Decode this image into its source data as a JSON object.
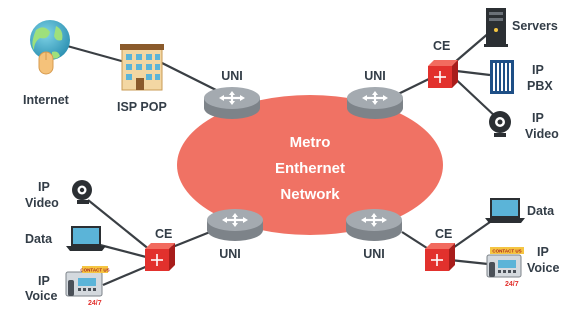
{
  "cloud": {
    "line1": "Metro",
    "line2": "Enthernet",
    "line3": "Network",
    "color": "#f07264"
  },
  "labels": {
    "internet": "Internet",
    "isp_pop": "ISP POP",
    "uni": "UNI",
    "ce": "CE",
    "servers": "Servers",
    "ip_pbx_1": "IP",
    "ip_pbx_2": "PBX",
    "ip_video_1": "IP",
    "ip_video_2": "Video",
    "data": "Data",
    "ip_voice_1": "IP",
    "ip_voice_2": "Voice",
    "contact_us": "CONTACT US",
    "hours": "24/7"
  },
  "colors": {
    "line": "#3a3f44",
    "router_body": "#7d8389",
    "router_top": "#a4aab0",
    "ce_red": "#e2312d",
    "text": "#333d47"
  }
}
